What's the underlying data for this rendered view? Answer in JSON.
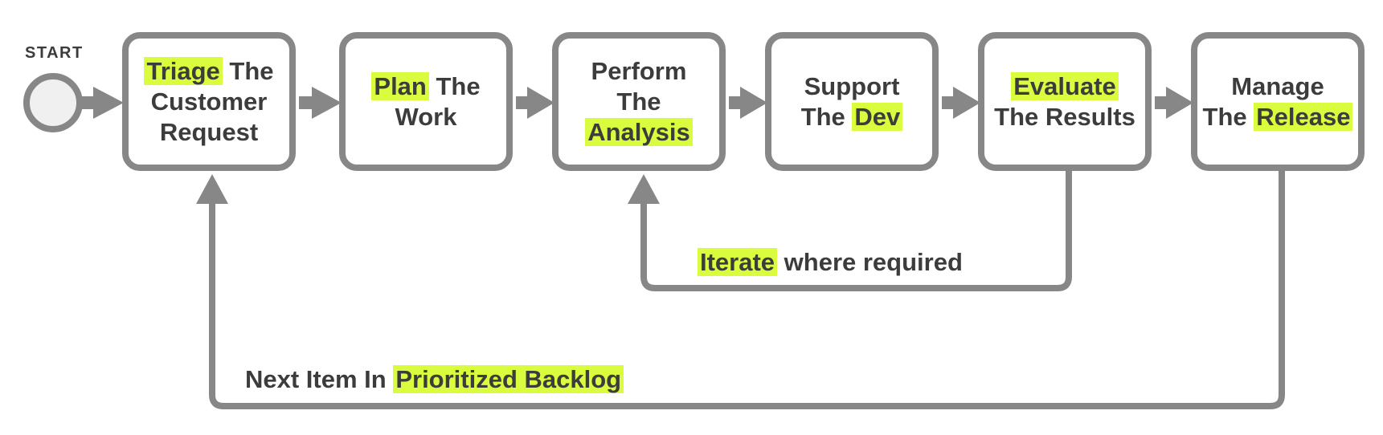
{
  "accent_color": "#d9fc3e",
  "line_color": "#878787",
  "text_color": "#3c3c3c",
  "start": {
    "label": "START"
  },
  "steps": [
    {
      "lines": [
        [
          {
            "t": "Triage",
            "hl": true
          },
          {
            "t": " The",
            "hl": false
          }
        ],
        [
          {
            "t": "Customer",
            "hl": false
          }
        ],
        [
          {
            "t": "Request",
            "hl": false
          }
        ]
      ]
    },
    {
      "lines": [
        [
          {
            "t": "Plan",
            "hl": true
          },
          {
            "t": " The",
            "hl": false
          }
        ],
        [
          {
            "t": "Work",
            "hl": false
          }
        ]
      ]
    },
    {
      "lines": [
        [
          {
            "t": "Perform",
            "hl": false
          }
        ],
        [
          {
            "t": "The",
            "hl": false
          }
        ],
        [
          {
            "t": "Analysis",
            "hl": true
          }
        ]
      ]
    },
    {
      "lines": [
        [
          {
            "t": "Support",
            "hl": false
          }
        ],
        [
          {
            "t": "The ",
            "hl": false
          },
          {
            "t": "Dev",
            "hl": true
          }
        ]
      ]
    },
    {
      "lines": [
        [
          {
            "t": "Evaluate",
            "hl": true
          }
        ],
        [
          {
            "t": "The Results",
            "hl": false
          }
        ]
      ]
    },
    {
      "lines": [
        [
          {
            "t": "Manage",
            "hl": false
          }
        ],
        [
          {
            "t": "The ",
            "hl": false
          },
          {
            "t": "Release",
            "hl": true
          }
        ]
      ]
    }
  ],
  "loops": {
    "iterate": {
      "highlight": "Iterate",
      "rest": " where required"
    },
    "backlog": {
      "prefix": "Next Item In ",
      "highlight": "Prioritized Backlog"
    }
  }
}
